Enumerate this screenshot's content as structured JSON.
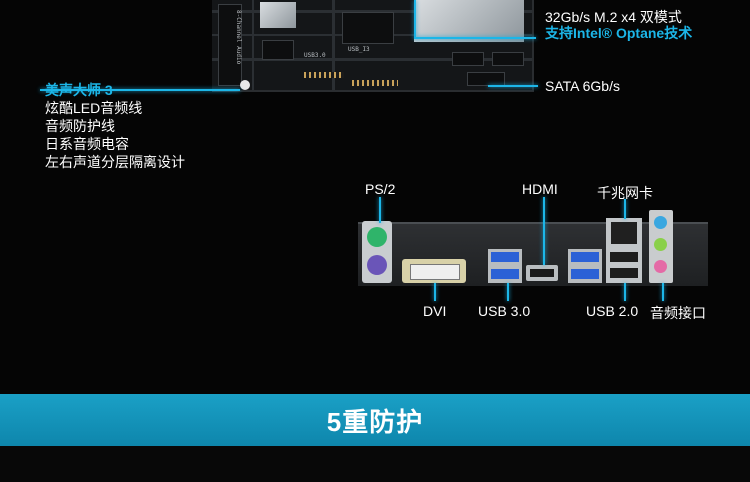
{
  "specs": {
    "m2_speed": "32Gb/s M.2 x4 双模式",
    "optane": "支持Intel® Optane技术",
    "sata": "SATA 6Gb/s"
  },
  "audio_features": {
    "title": "美声大师 3",
    "items": [
      "炫酷LED音频线",
      "音频防护线",
      "日系音频电容",
      "左右声道分层隔离设计"
    ]
  },
  "io_ports": {
    "ps2": "PS/2",
    "hdmi": "HDMI",
    "lan": "千兆网卡",
    "dvi": "DVI",
    "usb3": "USB 3.0",
    "usb2": "USB 2.0",
    "audio": "音频接口"
  },
  "board_silk": {
    "audio_label": "8-Channel Audio",
    "usb_label": "USB3.0",
    "io_label": "USB_I3"
  },
  "banner": {
    "title": "5重防护"
  },
  "colors": {
    "accent": "#1cb6e8",
    "banner": "#1aa0c6",
    "background": "#050505"
  }
}
